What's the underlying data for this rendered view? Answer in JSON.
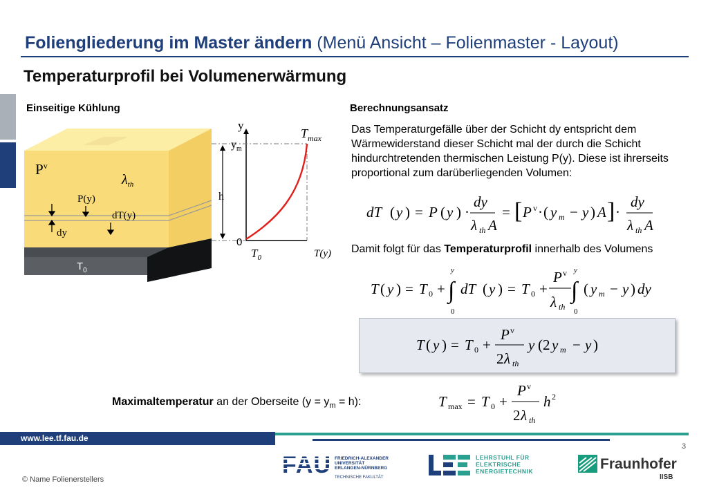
{
  "header": {
    "title_bold": "Foliengliederung im Master ändern",
    "title_rest": " (Menü Ansicht – Folienmaster - Layout)",
    "subtitle": "Temperaturprofil bei Volumenerwärmung"
  },
  "left": {
    "heading": "Einseitige Kühlung",
    "labels": {
      "pv": "P",
      "pv_sup": "v",
      "lambda": "λ",
      "lambda_sub": "th",
      "py": "P(y)",
      "dty": "dT(y)",
      "dy": "dy",
      "t0_base": "T",
      "t0_sub": "0"
    },
    "graph": {
      "y_axis": "y",
      "ym": "y",
      "ym_sub": "m",
      "h": "h",
      "zero": "0",
      "tmax": "T",
      "tmax_sub": "max",
      "t0": "T",
      "t0_sub": "0",
      "ty": "T(y)"
    }
  },
  "right": {
    "heading": "Berechnungsansatz",
    "paragraph": "Das Temperaturgefälle über der Schicht dy entspricht dem Wärmewiderstand dieser Schicht mal der durch die Schicht hindurchtretenden thermischen Leistung P(y). Diese ist ihrerseits proportional zum darüberliegenden Volumen:",
    "followup_pre": "Damit folgt für das ",
    "followup_bold": "Temperaturprofil",
    "followup_post": " innerhalb des Volumens"
  },
  "max_line": {
    "bold": "Maximaltemperatur",
    "text_a": " an der Oberseite (y = y",
    "sub": "m",
    "text_b": " = h):"
  },
  "footer": {
    "url": "www.lee.tf.fau.de",
    "page": "3",
    "copyright": "© Name Folienerstellers",
    "fau_name": "FAU",
    "fau_line1": "FRIEDRICH-ALEXANDER",
    "fau_line2": "UNIVERSITÄT",
    "fau_line3": "ERLANGEN-NÜRNBERG",
    "fau_line4": "TECHNISCHE FAKULTÄT",
    "lee_line1": "LEHRSTUHL FÜR",
    "lee_line2": "ELEKTRISCHE",
    "lee_line3": "ENERGIETECHNIK",
    "fraunhofer": "Fraunhofer",
    "iisb": "IISB"
  },
  "colors": {
    "navy": "#1f3f7a",
    "teal": "#2aa190",
    "grey_bar": "#a9b0b8",
    "block_front": "#f9dc79",
    "block_top": "#fdeea6",
    "curve_red": "#e0201c"
  }
}
